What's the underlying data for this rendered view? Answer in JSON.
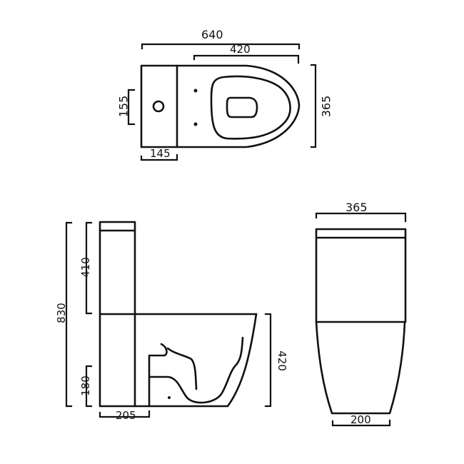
{
  "title": "Close-coupled toilet dimension drawing",
  "units": "mm",
  "stroke_color": "#111111",
  "background": "#ffffff",
  "views": {
    "top": {
      "overall_length": "640",
      "bowl_length": "420",
      "width": "365",
      "cistern_depth": "145",
      "waste_offset": "155"
    },
    "side": {
      "overall_height": "830",
      "cistern_height": "410",
      "bowl_height": "420",
      "outlet_height": "180",
      "outlet_setout": "205"
    },
    "front": {
      "width": "365",
      "base_width": "200"
    }
  }
}
